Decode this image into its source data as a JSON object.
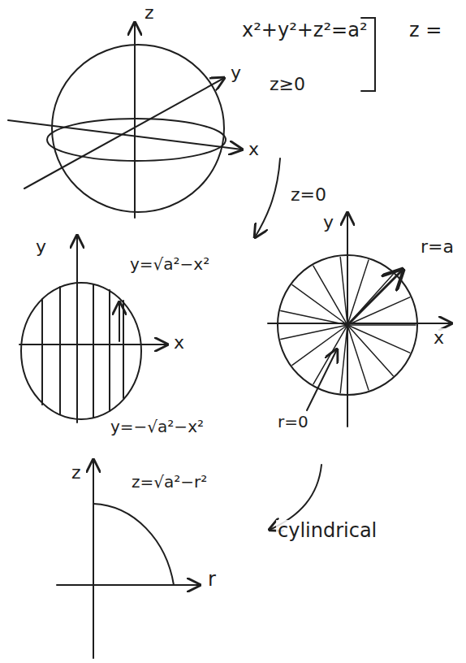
{
  "diagram": {
    "labels": [
      "z",
      "y",
      "x",
      "x²+y²+z²=a²",
      "z≥0",
      "z =",
      "z=0",
      "y",
      "x",
      "y=√a²−x²",
      "y=−√a²−x²",
      "y",
      "x",
      "r=a",
      "r=0",
      "cylindrical",
      "z",
      "r",
      "z=√a²−r²"
    ]
  }
}
